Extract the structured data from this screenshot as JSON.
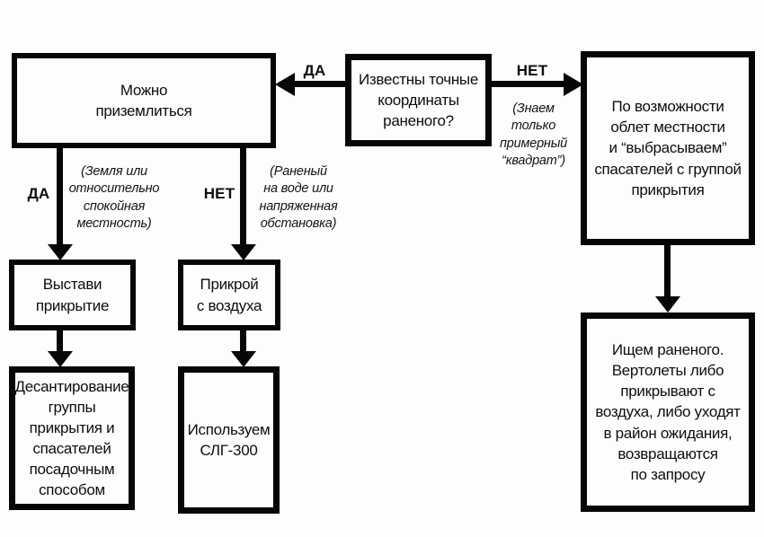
{
  "colors": {
    "ink": "#070707",
    "paper": "#fdfdfd"
  },
  "nodes": {
    "known_coords": {
      "label": "Известны точные\nкоординаты\nраненого?"
    },
    "can_land": {
      "label": "Можно\nприземлиться"
    },
    "flyover": {
      "label": "По возможности\nоблет местности\nи “выбрасываем”\nспасателей с группой\nприкрытия"
    },
    "set_cover": {
      "label": "Выстави\nприкрытие"
    },
    "cover_air": {
      "label": "Прикрой\nс воздуха"
    },
    "landing_party": {
      "label": "Десантирование\nгруппы\nприкрытия и\nспасателей\nпосадочным\nспособом"
    },
    "use_slg": {
      "label": "Используем\nСЛГ-300"
    },
    "search_wounded": {
      "label": "Ищем раненого.\nВертолеты либо\nприкрывают с\nвоздуха, либо уходят\nв район ожидания,\nвозвращаются\nпо запросу"
    }
  },
  "edges": {
    "coords_yes": {
      "label": "ДА"
    },
    "coords_no": {
      "label": "НЕТ",
      "note": "(Знаем\nтолько\nпримерный\n“квадрат”)"
    },
    "land_yes": {
      "label": "ДА",
      "note": "(Земля или\nотносительно\nспокойная\nместность)"
    },
    "land_no": {
      "label": "НЕТ",
      "note": "(Раненый\nна воде или\nнапряженная\nобстановка)"
    }
  }
}
